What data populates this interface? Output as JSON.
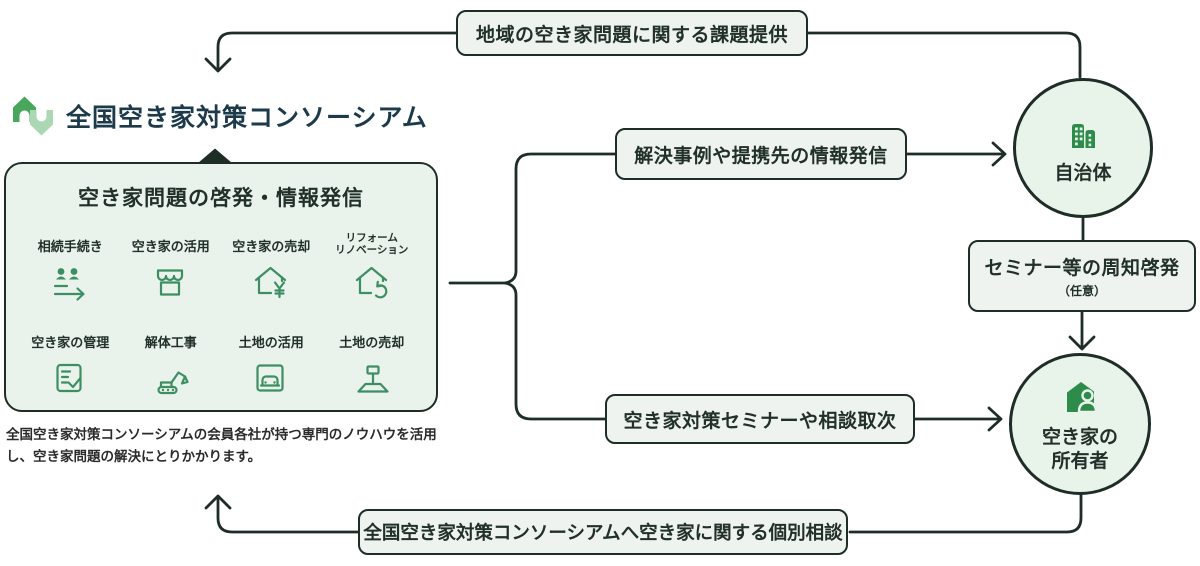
{
  "colors": {
    "dark": "#1f2d27",
    "title": "#1d3a4a",
    "text": "#22302a",
    "green": "#3e8e63",
    "green_solid": "#2e8c4b",
    "logo_green": "#48a75b",
    "logo_light": "#abd7b4",
    "box_bg": "#e9f3eb",
    "label_bg": "#eef3ef",
    "circle_bg": "#e8f3ea"
  },
  "brand": {
    "logo_icon": "interlocked-houses-logo",
    "title": "全国空き家対策コンソーシアム"
  },
  "flows": {
    "top": "地域の空き家問題に関する課題提供",
    "to_municipality": "解決事例や提携先の情報発信",
    "seminar": "セミナー等の周知啓発",
    "seminar_note": "（任意）",
    "to_owner": "空き家対策セミナーや相談取次",
    "bottom": "全国空き家対策コンソーシアムへ空き家に関する個別相談"
  },
  "main_box": {
    "heading": "空き家問題の啓発・情報発信",
    "items": [
      {
        "label": "相続手続き",
        "icon": "people-arrow-icon"
      },
      {
        "label": "空き家の活用",
        "icon": "storefront-icon"
      },
      {
        "label": "空き家の売却",
        "icon": "house-yen-icon"
      },
      {
        "label": "リフォーム",
        "label2": "リノベーション",
        "icon": "house-renovation-icon"
      },
      {
        "label": "空き家の管理",
        "icon": "checklist-icon"
      },
      {
        "label": "解体工事",
        "icon": "excavator-icon"
      },
      {
        "label": "土地の活用",
        "icon": "parking-car-icon"
      },
      {
        "label": "土地の売却",
        "icon": "land-sign-icon"
      }
    ],
    "caption": "全国空き家対策コンソーシアムの会員各社が持つ専門のノウハウを活用し、空き家問題の解決にとりかかります。"
  },
  "nodes": {
    "municipality": {
      "label": "自治体",
      "icon": "building-icon"
    },
    "owner": {
      "label_line1": "空き家の",
      "label_line2": "所有者",
      "icon": "house-person-icon"
    }
  }
}
